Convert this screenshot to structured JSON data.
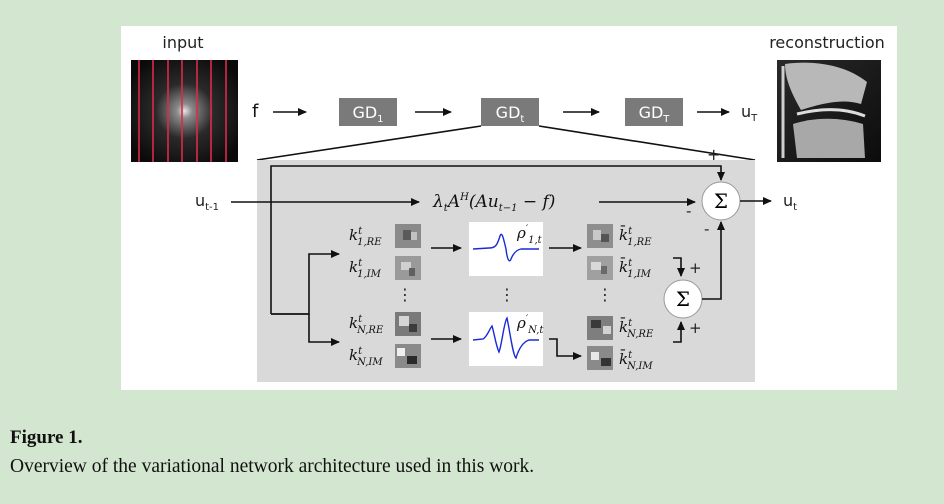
{
  "figure": {
    "input_label": "input",
    "reconstruction_label": "reconstruction",
    "f_label": "f",
    "gd_blocks": [
      {
        "base": "GD",
        "sub": "1"
      },
      {
        "base": "GD",
        "sub": "t"
      },
      {
        "base": "GD",
        "sub": "T"
      }
    ],
    "output_top": {
      "base": "u",
      "sub": "T"
    },
    "input_prev": {
      "base": "u",
      "sub": "t-1"
    },
    "output_t": {
      "base": "u",
      "sub": "t"
    },
    "data_term": {
      "lead": "λ",
      "lead_sub": "t",
      "A": "A",
      "H": "H",
      "open": "(Au",
      "inner_sub": "t−1",
      "rest": " − f)"
    },
    "sum_symbol": "Σ",
    "signs": {
      "plus": "+",
      "minus": "-"
    },
    "vdots": "⋮",
    "k_labels": [
      {
        "main": "k",
        "sup": "t",
        "sub": "1,RE"
      },
      {
        "main": "k",
        "sup": "t",
        "sub": "1,IM"
      },
      {
        "main": "k",
        "sup": "t",
        "sub": "N,RE"
      },
      {
        "main": "k",
        "sup": "t",
        "sub": "N,IM"
      }
    ],
    "kbar_labels": [
      {
        "main": "k̄",
        "sup": "t",
        "sub": "1,RE"
      },
      {
        "main": "k̄",
        "sup": "t",
        "sub": "1,IM"
      },
      {
        "main": "k̄",
        "sup": "t",
        "sub": "N,RE"
      },
      {
        "main": "k̄",
        "sup": "t",
        "sub": "N,IM"
      }
    ],
    "rho_labels": [
      {
        "main": "ρ",
        "prime": "′",
        "sub": "1,t"
      },
      {
        "main": "ρ",
        "prime": "′",
        "sub": "N,t"
      }
    ],
    "colors": {
      "gd_box": "#7a7a7a",
      "detail_bg": "#d9d9d9",
      "kspace_line": "#e0284a",
      "curve": "#1a2ad6"
    }
  },
  "caption": {
    "title": "Figure 1.",
    "text": "Overview of the variational network architecture used in this work."
  }
}
